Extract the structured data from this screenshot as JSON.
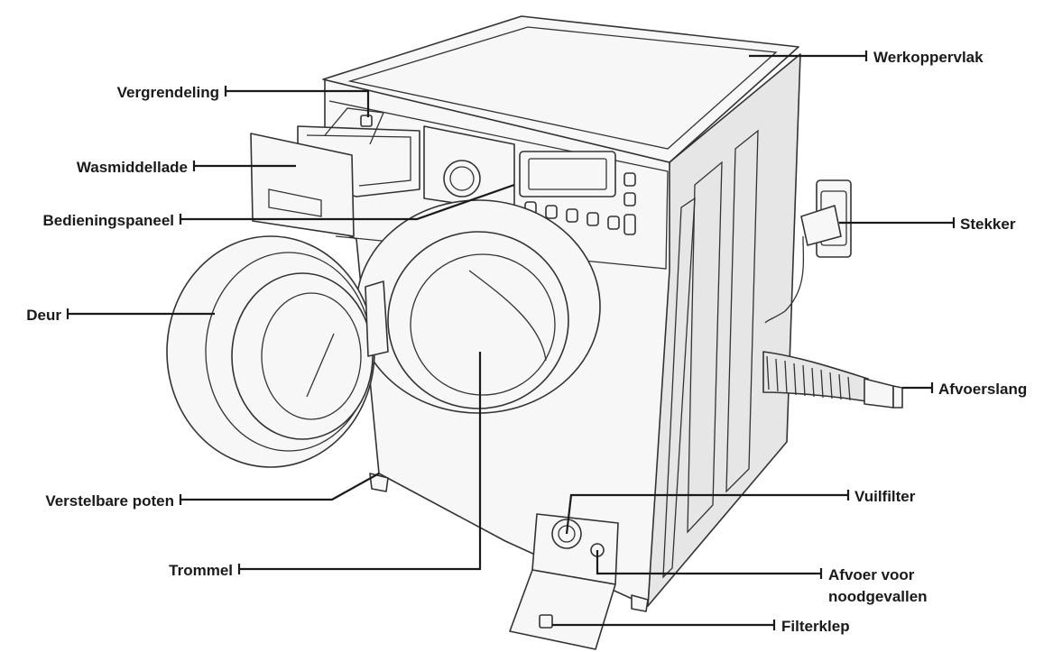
{
  "diagram": {
    "labels": {
      "werkoppervlak": "Werkoppervlak",
      "vergrendeling": "Vergrendeling",
      "wasmiddellade": "Wasmiddellade",
      "bedieningspaneel": "Bedieningspaneel",
      "stekker": "Stekker",
      "deur": "Deur",
      "afvoerslang": "Afvoerslang",
      "verstelbare_poten": "Verstelbare poten",
      "vuilfilter": "Vuilfilter",
      "trommel": "Trommel",
      "afvoer_noodgevallen_1": "Afvoer voor",
      "afvoer_noodgevallen_2": "noodgevallen",
      "filterklep": "Filterklep"
    },
    "colors": {
      "line": "#1a1a1a",
      "outline": "#333333",
      "fill": "#f7f7f7"
    }
  }
}
